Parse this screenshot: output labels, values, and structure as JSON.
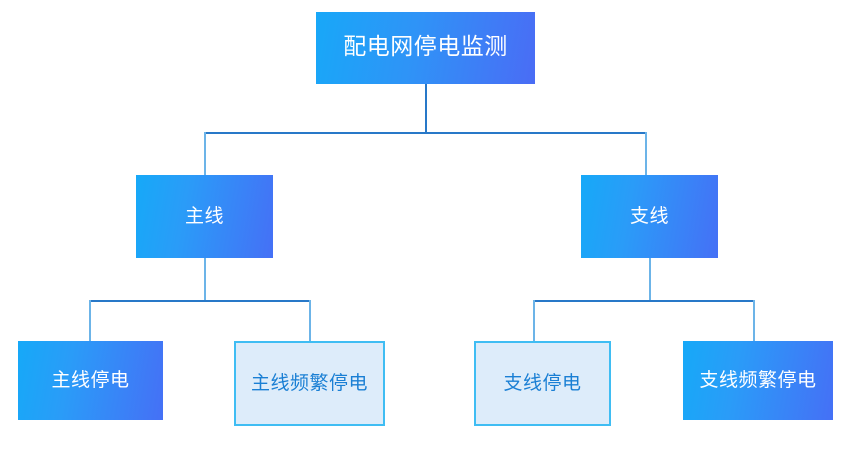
{
  "diagram": {
    "title": "配电网停电监测",
    "type": "tree-hierarchy",
    "colors": {
      "gradient_start": "#16a9f8",
      "gradient_end": "#4570f6",
      "outline_border": "#3fbdf3",
      "outline_fill": "#ddecfa",
      "outline_text": "#1a7fd4",
      "connector": "#2878c8",
      "connector_light": "#6cb4e8",
      "background": "#ffffff"
    },
    "root": {
      "label": "配电网停电监测",
      "style": "filled"
    },
    "level2": [
      {
        "label": "主线",
        "style": "filled"
      },
      {
        "label": "支线",
        "style": "filled"
      }
    ],
    "level3": [
      {
        "label": "主线停电",
        "style": "filled"
      },
      {
        "label": "主线频繁停电",
        "style": "outlined"
      },
      {
        "label": "支线停电",
        "style": "outlined"
      },
      {
        "label": "支线频繁停电",
        "style": "filled"
      }
    ]
  }
}
